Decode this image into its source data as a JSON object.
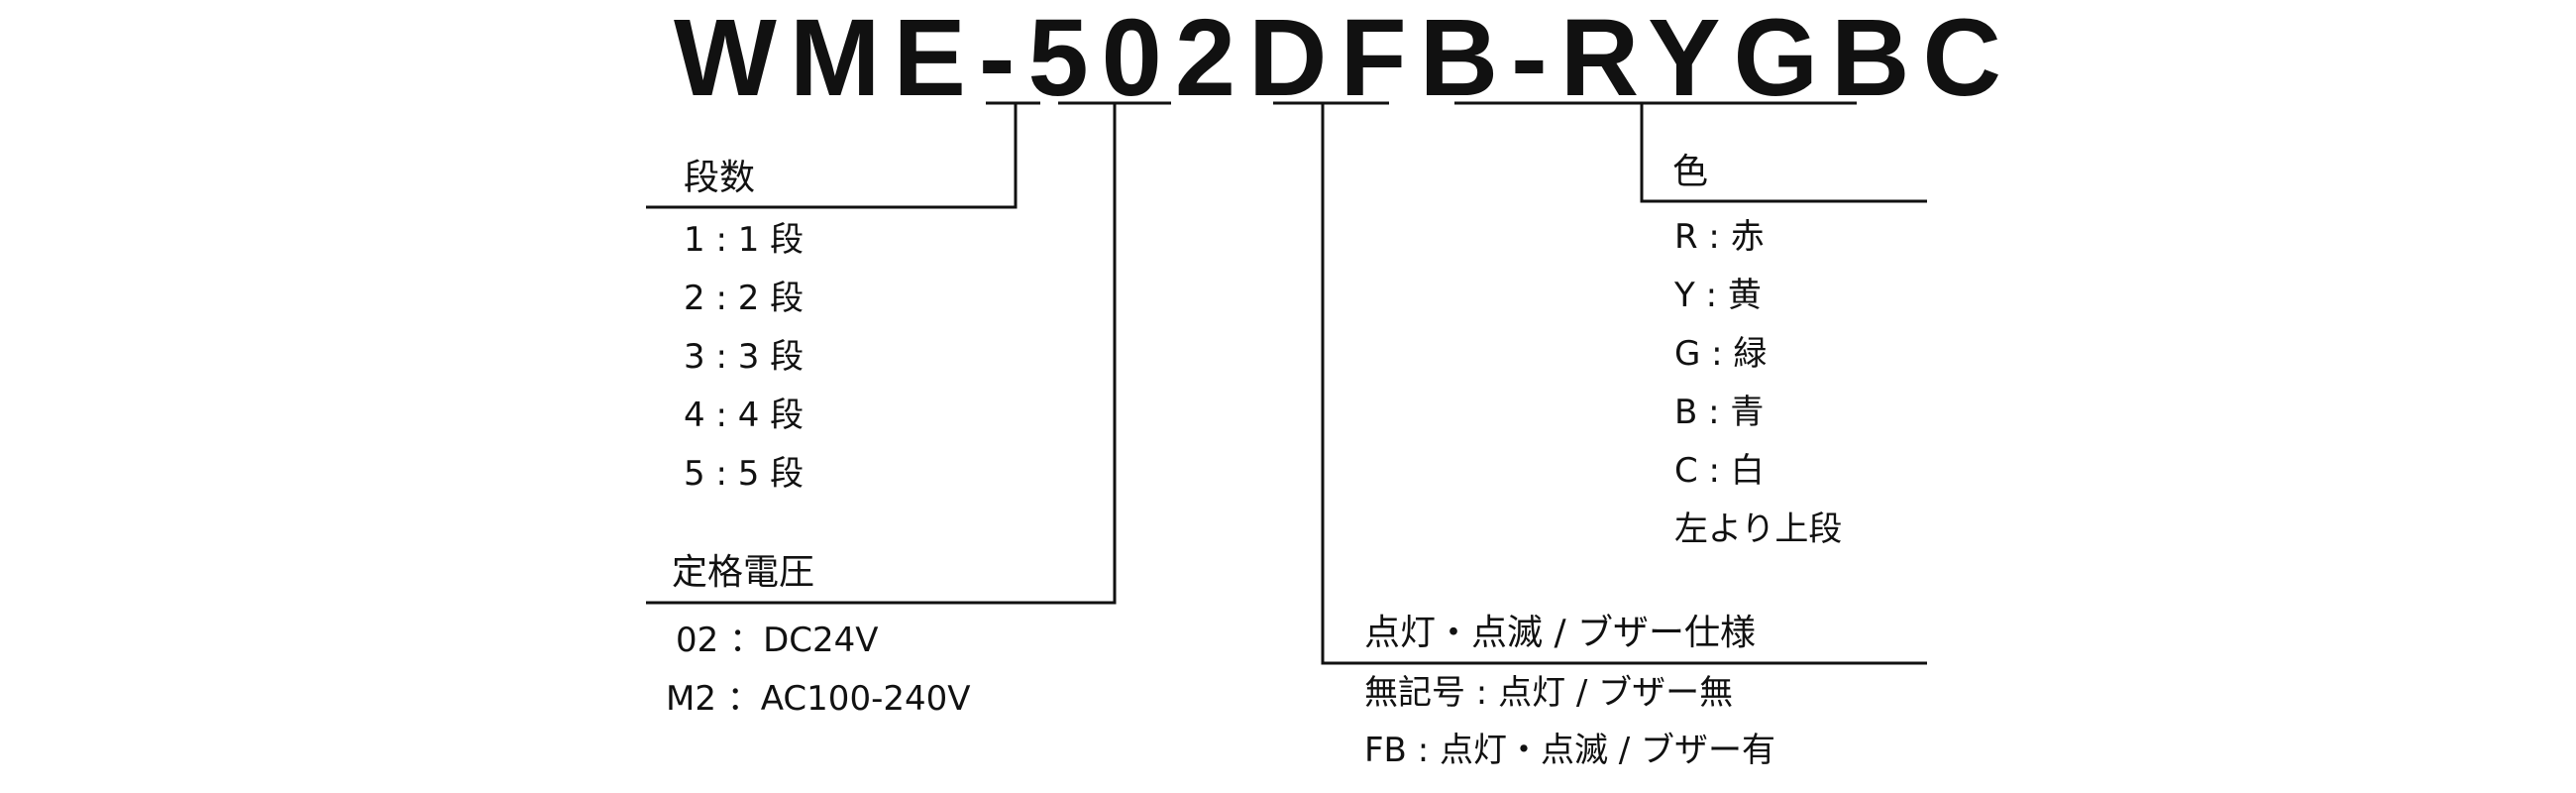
{
  "model_code": {
    "prefix": "WME-",
    "tiers_code": "5",
    "voltage_code": "02",
    "fixed_d": "D",
    "function_code": "FB",
    "dash": "-",
    "color_code": "RYGBC"
  },
  "tiers": {
    "heading": "段数",
    "options": [
      "1 : 1 段",
      "2 : 2 段",
      "3 : 3 段",
      "4 : 4 段",
      "5 : 5 段"
    ]
  },
  "voltage": {
    "heading": "定格電圧",
    "options": [
      "02 ：DC24V",
      "M2 ：AC100-240V"
    ]
  },
  "function": {
    "heading": "点灯・点滅 / ブザー仕様",
    "options": [
      "無記号 : 点灯 / ブザー無",
      "FB : 点灯・点滅 / ブザー有"
    ]
  },
  "colors": {
    "heading": "色",
    "options": [
      "R : 赤",
      "Y : 黄",
      "G : 緑",
      "B : 青",
      "C : 白"
    ],
    "note": "左より上段"
  }
}
